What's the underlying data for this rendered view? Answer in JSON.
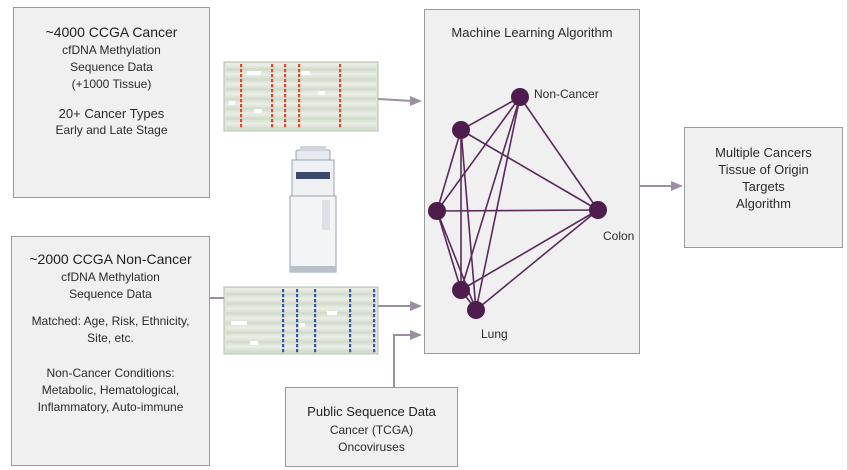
{
  "cancer_box": {
    "title": "~4000 CCGA Cancer",
    "lines": [
      "cfDNA Methylation",
      "Sequence Data",
      "(+1000 Tissue)"
    ],
    "lines2": [
      "20+ Cancer Types",
      "Early and Late Stage"
    ]
  },
  "noncancer_box": {
    "title": "~2000 CCGA Non-Cancer",
    "lines": [
      "cfDNA Methylation",
      "Sequence Data"
    ],
    "lines2": [
      "Matched: Age, Risk, Ethnicity,",
      "Site, etc."
    ],
    "lines3": [
      "Non-Cancer Conditions:",
      "Metabolic, Hematological,",
      "Inflammatory, Auto-immune"
    ]
  },
  "ml_box": {
    "title": "Machine Learning Algorithm",
    "labels": {
      "noncancer": "Non-Cancer",
      "colon": "Colon",
      "lung": "Lung"
    }
  },
  "output_box": {
    "lines": [
      "Multiple Cancers",
      "Tissue of Origin",
      "Targets",
      "Algorithm"
    ]
  },
  "public_box": {
    "title": "Public Sequence Data",
    "lines": [
      "Cancer (TCGA)",
      "Oncoviruses"
    ]
  },
  "colors": {
    "box_fill": "#f1f0f0",
    "box_border": "#9a9a9a",
    "arrow": "#9d8ea3",
    "node": "#4e1d4e",
    "edge": "#5a2a5a",
    "cancer_marks": "#e04a2a",
    "noncancer_marks": "#3556b0",
    "read_rows": "#c9d6c2"
  },
  "icons": [
    "sequencer-machine-icon"
  ]
}
